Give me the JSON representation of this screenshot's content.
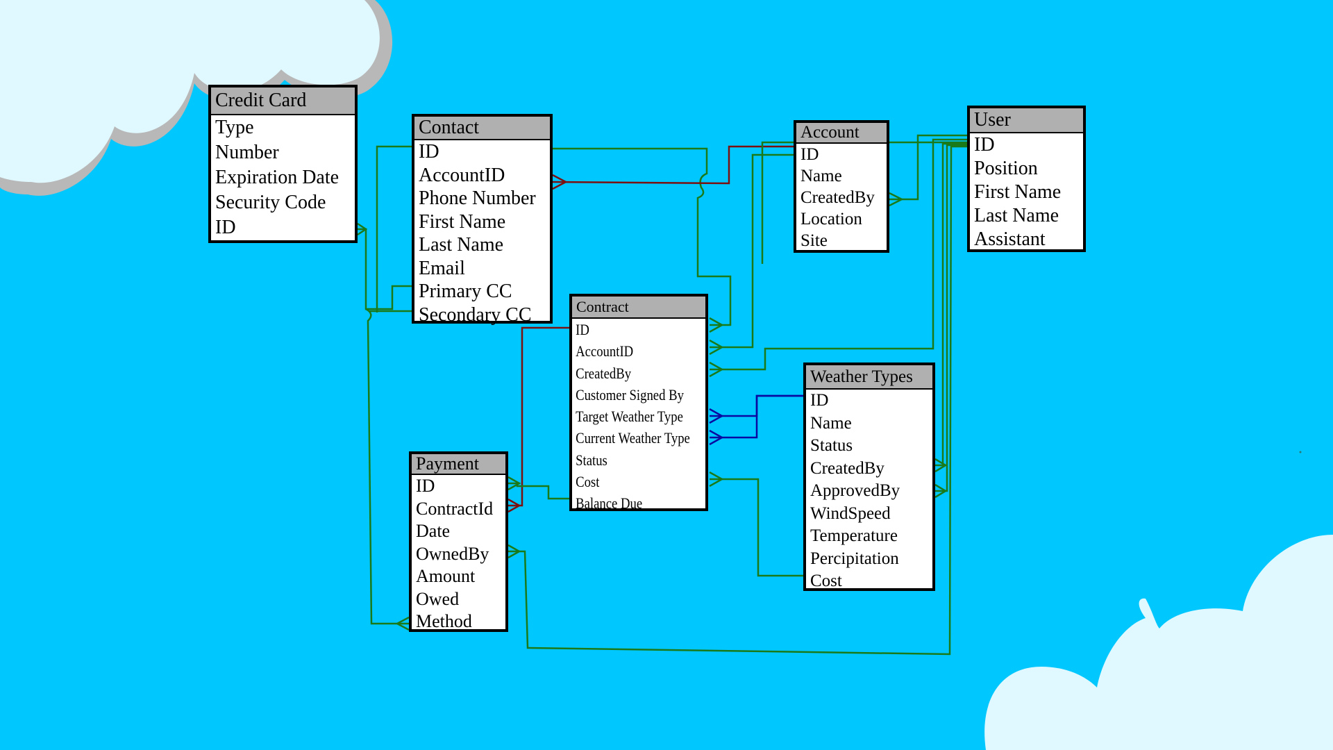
{
  "colors": {
    "background": "#00c8ff",
    "cloud": "#e0f8ff",
    "cloud_shadow": "#b8b8b8",
    "header": "#b0b0b0",
    "line_green": "#1a7a1a",
    "line_red": "#7a1010",
    "line_blue": "#0a0aa0"
  },
  "entities": {
    "credit_card": {
      "title": "Credit Card",
      "fields": [
        "Type",
        "Number",
        "Expiration Date",
        "Security Code",
        "ID"
      ]
    },
    "contact": {
      "title": "Contact",
      "fields": [
        "ID",
        "AccountID",
        "Phone Number",
        "First Name",
        "Last Name",
        "Email",
        "Primary CC",
        "Secondary CC"
      ]
    },
    "account": {
      "title": "Account",
      "fields": [
        "ID",
        "Name",
        "CreatedBy",
        "Location",
        "Site"
      ]
    },
    "user": {
      "title": "User",
      "fields": [
        "ID",
        "Position",
        "First Name",
        "Last Name",
        "Assistant"
      ]
    },
    "contract": {
      "title": "Contract",
      "fields": [
        "ID",
        "AccountID",
        "CreatedBy",
        "Customer Signed By",
        "Target Weather Type",
        "Current Weather Type",
        "Status",
        "Cost",
        "Balance Due"
      ]
    },
    "weather_types": {
      "title": "Weather Types",
      "fields": [
        "ID",
        "Name",
        "Status",
        "CreatedBy",
        "ApprovedBy",
        "WindSpeed",
        "Temperature",
        "Percipitation",
        "Cost"
      ]
    },
    "payment": {
      "title": "Payment",
      "fields": [
        "ID",
        "ContractId",
        "Date",
        "OwnedBy",
        "Amount",
        "Owed",
        "Method"
      ]
    }
  }
}
